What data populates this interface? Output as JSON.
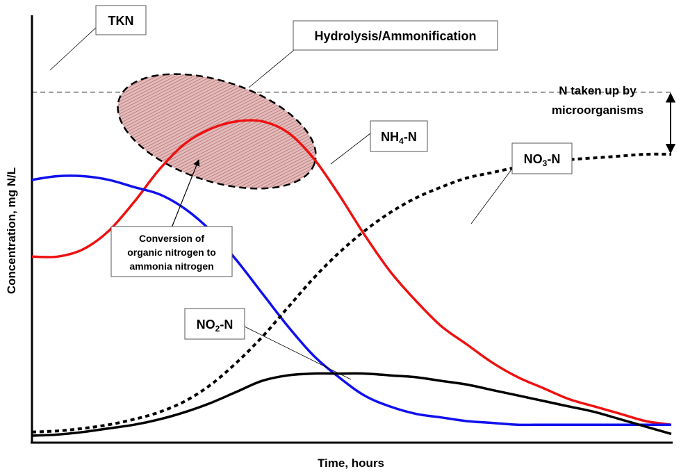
{
  "chart_data": {
    "type": "line",
    "title": "",
    "xlabel": "Time, hours",
    "ylabel": "Concentration, mg N/L",
    "xlim": [
      0,
      100
    ],
    "ylim": [
      0,
      100
    ],
    "grid": false,
    "colors": {
      "nh4": "#ee1111",
      "organic": "#1111ee",
      "no3": "#000000",
      "no2": "#000000",
      "ellipse_fill": "#d9a6a6"
    },
    "series": [
      {
        "key": "nh4",
        "name": "NH4-N",
        "x": [
          0,
          4,
          8,
          12,
          16,
          20,
          24,
          28,
          32,
          36,
          40,
          44,
          48,
          52,
          56,
          60,
          64,
          68,
          72,
          76,
          80,
          84,
          88,
          92,
          96,
          100
        ],
        "y": [
          49,
          49,
          51,
          56,
          64,
          73,
          80,
          84,
          86,
          86,
          83,
          76,
          66,
          55,
          45,
          37,
          30,
          25,
          20,
          16,
          13,
          10,
          8,
          6,
          4,
          3
        ]
      },
      {
        "key": "organic",
        "name": "",
        "x": [
          0,
          4,
          8,
          12,
          16,
          20,
          24,
          28,
          32,
          36,
          40,
          44,
          48,
          52,
          56,
          60,
          64,
          68,
          72,
          76,
          80,
          84,
          88,
          92,
          96,
          100
        ],
        "y": [
          70,
          71,
          71,
          70,
          68,
          66,
          62,
          56,
          48,
          39,
          30,
          22,
          16,
          11,
          8,
          6,
          5,
          4,
          3.5,
          3,
          3,
          3,
          3,
          3,
          3,
          3
        ]
      },
      {
        "key": "no3",
        "name": "NO3-N",
        "x": [
          0,
          4,
          8,
          12,
          16,
          20,
          24,
          28,
          32,
          36,
          40,
          44,
          48,
          52,
          56,
          60,
          64,
          68,
          72,
          76,
          80,
          84,
          88,
          92,
          96,
          100
        ],
        "y": [
          1,
          1.3,
          2,
          3,
          4.5,
          6.5,
          9.5,
          14,
          20,
          27,
          35,
          43,
          50,
          56,
          61,
          65,
          68,
          70.5,
          72,
          73.5,
          74.5,
          75.5,
          76,
          76.5,
          77,
          77
        ]
      },
      {
        "key": "no2",
        "name": "NO2-N",
        "x": [
          0,
          4,
          8,
          12,
          16,
          20,
          24,
          28,
          32,
          36,
          40,
          44,
          48,
          52,
          56,
          60,
          64,
          68,
          72,
          76,
          80,
          84,
          88,
          92,
          96,
          100
        ],
        "y": [
          0,
          0.3,
          1,
          2,
          3,
          4.5,
          6.5,
          9,
          12,
          15,
          16.5,
          17,
          17,
          17,
          16.5,
          16,
          15,
          14,
          12.5,
          11,
          9.5,
          8,
          6.5,
          4.5,
          2.5,
          0.5
        ]
      }
    ],
    "levels": {
      "tkn": 94,
      "uptake_bottom": 77
    },
    "annotations": {
      "tkn": "TKN",
      "hydrolysis": "Hydrolysis/Ammonification",
      "nh4_main": "NH",
      "nh4_sub": "4",
      "nh4_tail": "-N",
      "no3_main": "NO",
      "no3_sub": "3",
      "no3_tail": "-N",
      "no2_main": "NO",
      "no2_sub": "2",
      "no2_tail": "-N",
      "uptake_line1": "N taken up by",
      "uptake_line2": "microorganisms",
      "conversion_line1": "Conversion of",
      "conversion_line2": "organic nitrogen to",
      "conversion_line3": "ammonia nitrogen"
    }
  }
}
